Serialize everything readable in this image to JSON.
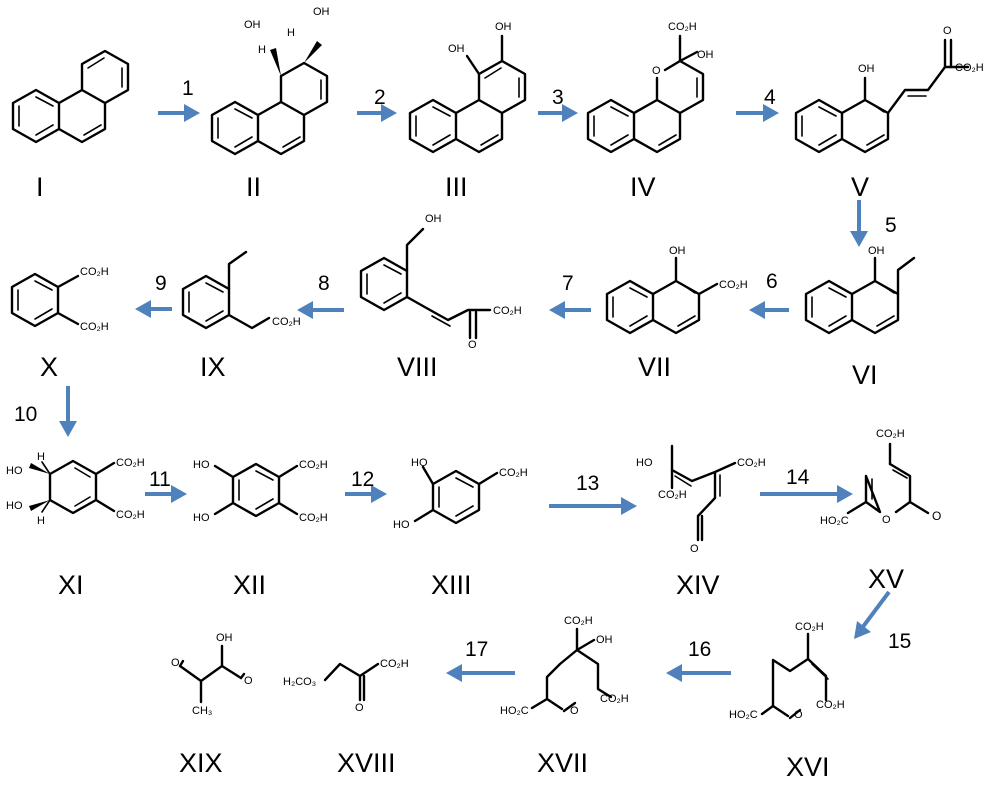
{
  "diagram": {
    "arrow_color": "#4f81bd",
    "compounds": [
      {
        "id": "I",
        "label": "I"
      },
      {
        "id": "II",
        "label": "II"
      },
      {
        "id": "III",
        "label": "III"
      },
      {
        "id": "IV",
        "label": "IV"
      },
      {
        "id": "V",
        "label": "V"
      },
      {
        "id": "VI",
        "label": "VI"
      },
      {
        "id": "VII",
        "label": "VII"
      },
      {
        "id": "VIII",
        "label": "VIII"
      },
      {
        "id": "IX",
        "label": "IX"
      },
      {
        "id": "X",
        "label": "X"
      },
      {
        "id": "XI",
        "label": "XI"
      },
      {
        "id": "XII",
        "label": "XII"
      },
      {
        "id": "XIII",
        "label": "XIII"
      },
      {
        "id": "XIV",
        "label": "XIV"
      },
      {
        "id": "XV",
        "label": "XV"
      },
      {
        "id": "XVI",
        "label": "XVI"
      },
      {
        "id": "XVII",
        "label": "XVII"
      },
      {
        "id": "XVIII",
        "label": "XVIII"
      },
      {
        "id": "XIX",
        "label": "XIX"
      }
    ],
    "steps": [
      {
        "label": "1",
        "from": "I",
        "to": "II"
      },
      {
        "label": "2",
        "from": "II",
        "to": "III"
      },
      {
        "label": "3",
        "from": "III",
        "to": "IV"
      },
      {
        "label": "4",
        "from": "IV",
        "to": "V"
      },
      {
        "label": "5",
        "from": "V",
        "to": "VI"
      },
      {
        "label": "6",
        "from": "VI",
        "to": "VII"
      },
      {
        "label": "7",
        "from": "VII",
        "to": "VIII"
      },
      {
        "label": "8",
        "from": "VIII",
        "to": "IX"
      },
      {
        "label": "9",
        "from": "IX",
        "to": "X"
      },
      {
        "label": "10",
        "from": "X",
        "to": "XI"
      },
      {
        "label": "11",
        "from": "XI",
        "to": "XII"
      },
      {
        "label": "12",
        "from": "XII",
        "to": "XIII"
      },
      {
        "label": "13",
        "from": "XIII",
        "to": "XIV"
      },
      {
        "label": "14",
        "from": "XIV",
        "to": "XV"
      },
      {
        "label": "15",
        "from": "XV",
        "to": "XVI"
      },
      {
        "label": "16",
        "from": "XVI",
        "to": "XVII"
      },
      {
        "label": "17",
        "from": "XVII",
        "to": "XVIII"
      }
    ],
    "atoms": {
      "oh": "OH",
      "o": "O",
      "h": "H",
      "co2h": "CO₂H",
      "ho2c": "HO₂C",
      "ho": "HO",
      "h2co3": "H₂CO₃",
      "ch3": "CH₃"
    }
  }
}
